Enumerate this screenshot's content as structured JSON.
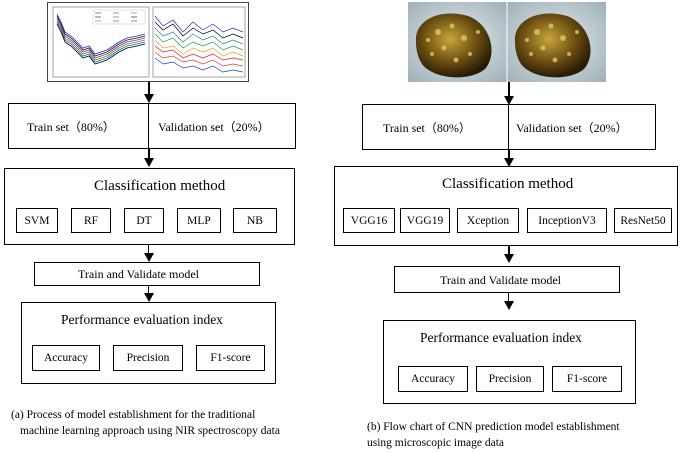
{
  "left": {
    "split": {
      "train": "Train set（80%）",
      "validation": "Validation set（20%）"
    },
    "classification": {
      "title": "Classification method",
      "methods": [
        "SVM",
        "RF",
        "DT",
        "MLP",
        "NB"
      ]
    },
    "train_validate": "Train and Validate model",
    "performance": {
      "title": "Performance evaluation index",
      "metrics": [
        "Accuracy",
        "Precision",
        "F1-score"
      ]
    },
    "caption": [
      "(a) Process of model establishment for the traditional",
      "machine learning approach using NIR spectroscopy data"
    ]
  },
  "right": {
    "split": {
      "train": "Train set（80%）",
      "validation": "Validation set（20%）"
    },
    "classification": {
      "title": "Classification method",
      "methods": [
        "VGG16",
        "VGG19",
        "Xception",
        "InceptionV3",
        "ResNet50"
      ]
    },
    "train_validate": "Train and Validate model",
    "performance": {
      "title": "Performance evaluation index",
      "metrics": [
        "Accuracy",
        "Precision",
        "F1-score"
      ]
    },
    "caption": [
      "(b) Flow chart of CNN prediction model establishment",
      "using microscopic image data"
    ]
  },
  "colors": {
    "line": "#000000",
    "seed_dark": "#3a2a0c",
    "seed_light": "#d8b84a",
    "image_bg": "#c9d6dc"
  }
}
